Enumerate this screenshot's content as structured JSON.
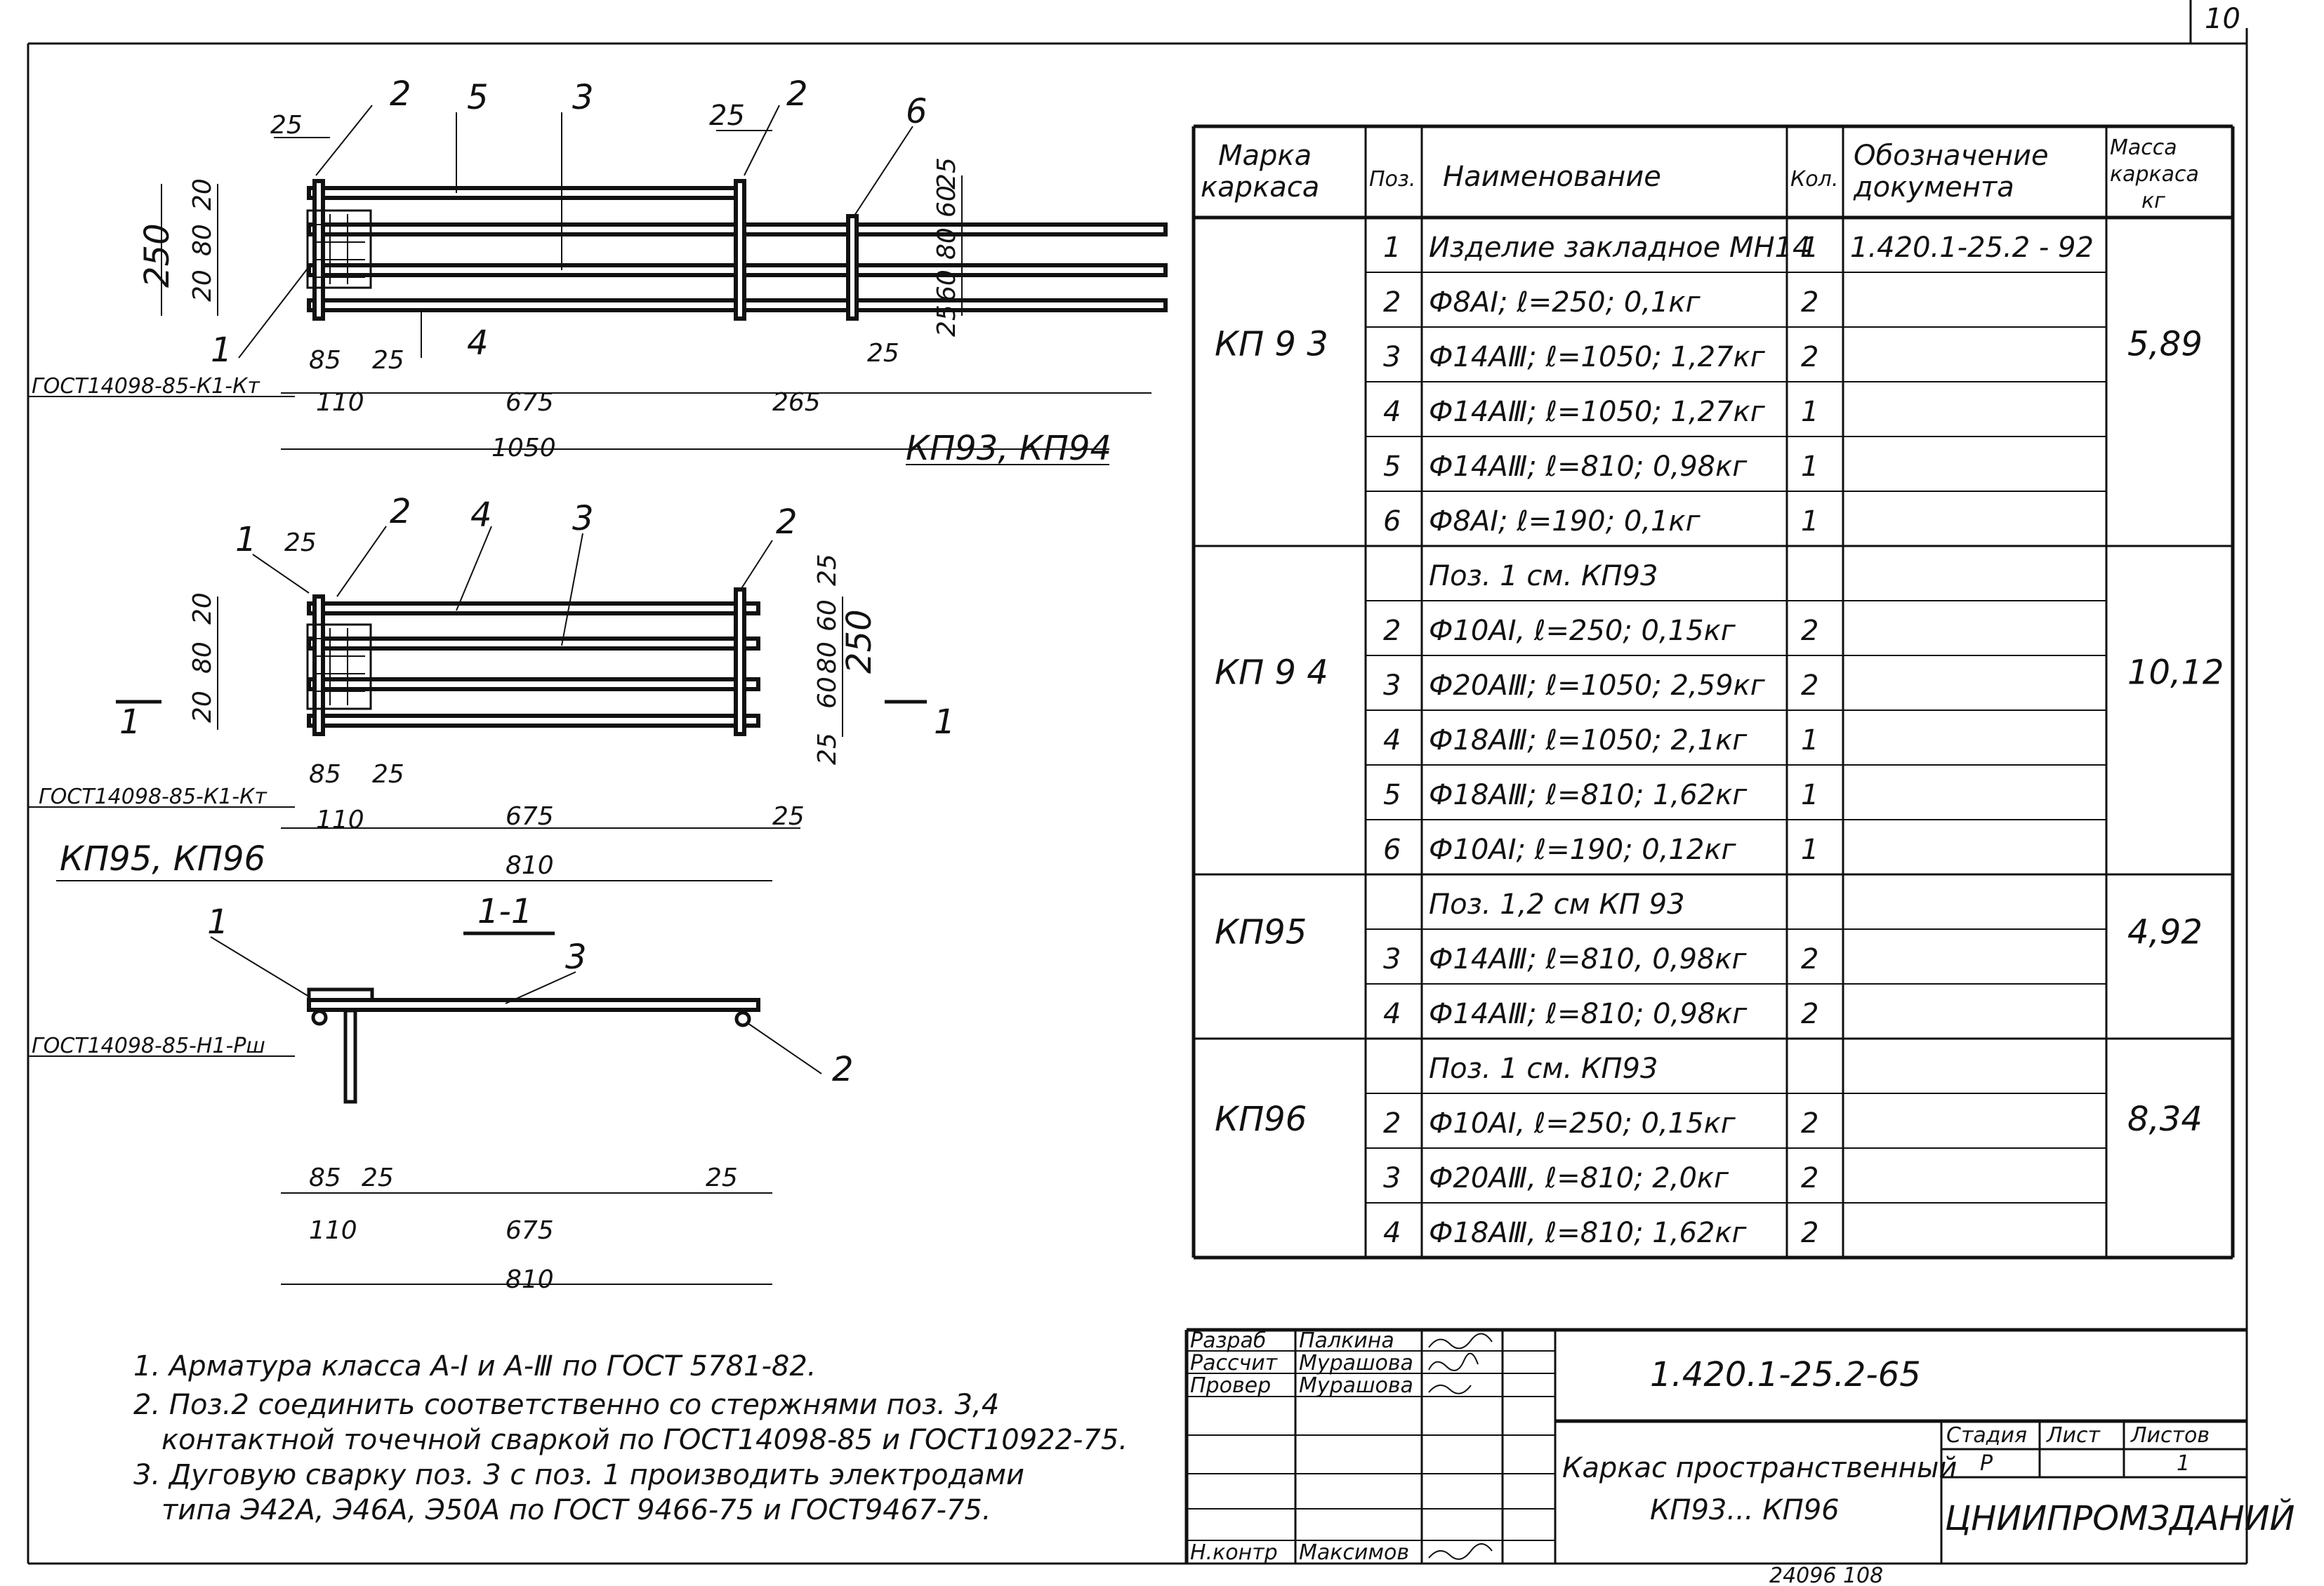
{
  "corner_number": "10",
  "drawing1": {
    "leaders": [
      "2",
      "5",
      "3",
      "25",
      "2",
      "6",
      "1",
      "4"
    ],
    "dims_top": [
      "25",
      "25"
    ],
    "dims_left": [
      "250",
      "20",
      "80",
      "20"
    ],
    "dims_right": [
      "25",
      "60",
      "80",
      "60",
      "25"
    ],
    "dims_bottom": [
      "85",
      "25",
      "25",
      "110",
      "675",
      "265",
      "1050"
    ],
    "gost": "ГОСТ14098-85-К1-Кт",
    "marks": "КП93, КП94"
  },
  "drawing2": {
    "leaders": [
      "1",
      "2",
      "4",
      "3",
      "2"
    ],
    "dims_top": [
      "25"
    ],
    "dims_left": [
      "20",
      "80",
      "20"
    ],
    "dims_right": [
      "25",
      "60",
      "80",
      "60",
      "25",
      "250"
    ],
    "dims_bottom": [
      "85",
      "25",
      "110",
      "675",
      "25",
      "810"
    ],
    "section_mark": "1",
    "gost": "ГОСТ14098-85-К1-Кт",
    "marks": "КП95, КП96"
  },
  "section": {
    "title": "1-1",
    "leaders": [
      "1",
      "3",
      "2"
    ],
    "gost": "ГОСТ14098-85-Н1-Рш",
    "dims": [
      "85",
      "25",
      "25",
      "110",
      "675",
      "810"
    ]
  },
  "spec_table": {
    "headers": [
      "Марка каркаса",
      "Поз.",
      "Наименование",
      "Кол.",
      "Обозначение документа",
      "Масса каркаса кг"
    ],
    "groups": [
      {
        "mark": "КП 9 3",
        "mass": "5,89",
        "rows": [
          {
            "pos": "1",
            "name": "Изделие закладное МН14",
            "qty": "1",
            "doc": "1.420.1-25.2 - 92"
          },
          {
            "pos": "2",
            "name": "Ф8АⅠ; ℓ=250; 0,1кг",
            "qty": "2",
            "doc": ""
          },
          {
            "pos": "3",
            "name": "Ф14АⅢ; ℓ=1050; 1,27кг",
            "qty": "2",
            "doc": ""
          },
          {
            "pos": "4",
            "name": "Ф14АⅢ; ℓ=1050; 1,27кг",
            "qty": "1",
            "doc": ""
          },
          {
            "pos": "5",
            "name": "Ф14АⅢ; ℓ=810; 0,98кг",
            "qty": "1",
            "doc": ""
          },
          {
            "pos": "6",
            "name": "Ф8АⅠ; ℓ=190; 0,1кг",
            "qty": "1",
            "doc": ""
          }
        ]
      },
      {
        "mark": "КП 9 4",
        "mass": "10,12",
        "rows": [
          {
            "pos": "",
            "name": "Поз. 1 см. КП93",
            "qty": "",
            "doc": ""
          },
          {
            "pos": "2",
            "name": "Ф10АⅠ, ℓ=250; 0,15кг",
            "qty": "2",
            "doc": ""
          },
          {
            "pos": "3",
            "name": "Ф20АⅢ; ℓ=1050; 2,59кг",
            "qty": "2",
            "doc": ""
          },
          {
            "pos": "4",
            "name": "Ф18АⅢ; ℓ=1050; 2,1кг",
            "qty": "1",
            "doc": ""
          },
          {
            "pos": "5",
            "name": "Ф18АⅢ; ℓ=810; 1,62кг",
            "qty": "1",
            "doc": ""
          },
          {
            "pos": "6",
            "name": "Ф10АⅠ; ℓ=190; 0,12кг",
            "qty": "1",
            "doc": ""
          }
        ]
      },
      {
        "mark": "КП95",
        "mass": "4,92",
        "rows": [
          {
            "pos": "",
            "name": "Поз. 1,2 см КП 93",
            "qty": "",
            "doc": ""
          },
          {
            "pos": "3",
            "name": "Ф14АⅢ; ℓ=810, 0,98кг",
            "qty": "2",
            "doc": ""
          },
          {
            "pos": "4",
            "name": "Ф14АⅢ; ℓ=810; 0,98кг",
            "qty": "2",
            "doc": ""
          }
        ]
      },
      {
        "mark": "КП96",
        "mass": "8,34",
        "rows": [
          {
            "pos": "",
            "name": "Поз. 1 см. КП93",
            "qty": "",
            "doc": ""
          },
          {
            "pos": "2",
            "name": "Ф10АⅠ, ℓ=250; 0,15кг",
            "qty": "2",
            "doc": ""
          },
          {
            "pos": "3",
            "name": "Ф20АⅢ, ℓ=810; 2,0кг",
            "qty": "2",
            "doc": ""
          },
          {
            "pos": "4",
            "name": "Ф18АⅢ, ℓ=810; 1,62кг",
            "qty": "2",
            "doc": ""
          }
        ]
      }
    ]
  },
  "notes": [
    "1. Арматура класса А-Ⅰ и А-Ⅲ по ГОСТ 5781-82.",
    "2. Поз.2 соединить соответственно со стержнями поз. 3,4",
    "контактной точечной сваркой по ГОСТ14098-85 и ГОСТ10922-75.",
    "3. Дуговую сварку поз. 3 с поз. 1 производить электродами",
    "типа Э42А, Э46А, Э50А по ГОСТ 9466-75 и ГОСТ9467-75."
  ],
  "title_block": {
    "roles": [
      "Разраб",
      "Рассчит",
      "Провер",
      "Н.контр"
    ],
    "names": [
      "Палкина",
      "Мурашова",
      "Мурашова",
      "Максимов"
    ],
    "doc_number": "1.420.1-25.2-65",
    "title_line1": "Каркас пространственный",
    "title_line2": "КП93... КП96",
    "stage_label": "Стадия",
    "sheet_label": "Лист",
    "sheets_label": "Листов",
    "stage": "Р",
    "sheets": "1",
    "organization": "ЦНИИПРОМЗДАНИЙ"
  },
  "footer_code": "24096   108"
}
